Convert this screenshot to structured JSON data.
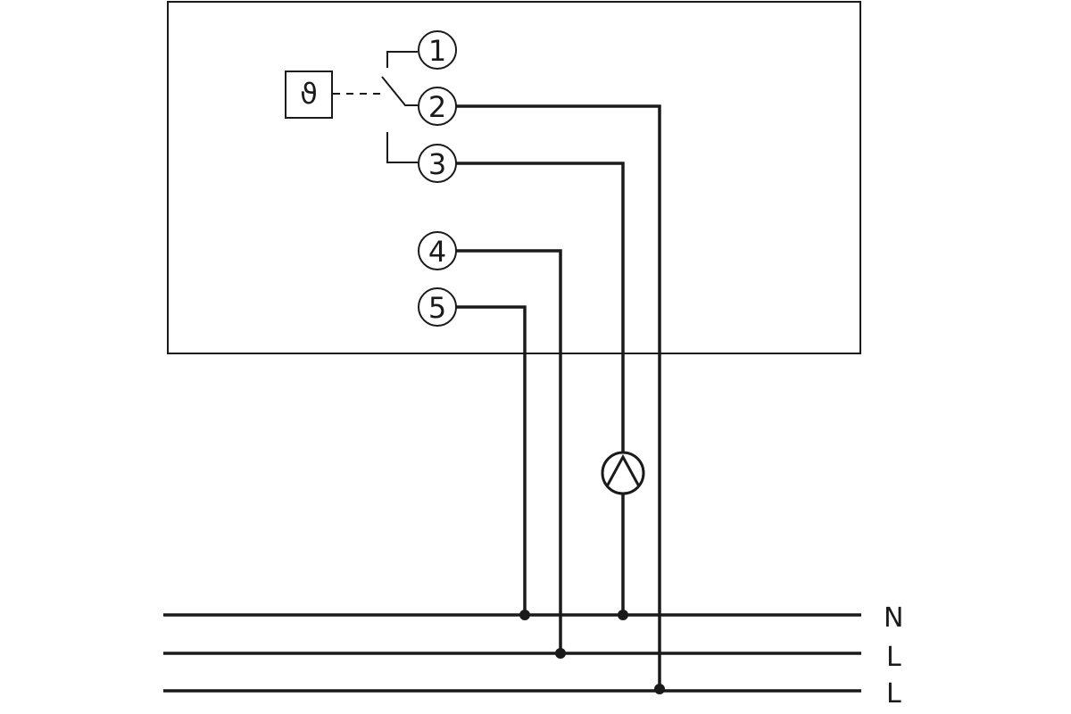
{
  "terminals": [
    {
      "id": "1",
      "label": "1"
    },
    {
      "id": "2",
      "label": "2"
    },
    {
      "id": "3",
      "label": "3"
    },
    {
      "id": "4",
      "label": "4"
    },
    {
      "id": "5",
      "label": "5"
    }
  ],
  "sensor": {
    "symbol": "ϑ"
  },
  "buses": [
    {
      "id": "n",
      "label": "N"
    },
    {
      "id": "l1",
      "label": "L"
    },
    {
      "id": "l2",
      "label": "L"
    }
  ],
  "colors": {
    "line": "#1a1a1a",
    "background": "#ffffff"
  }
}
